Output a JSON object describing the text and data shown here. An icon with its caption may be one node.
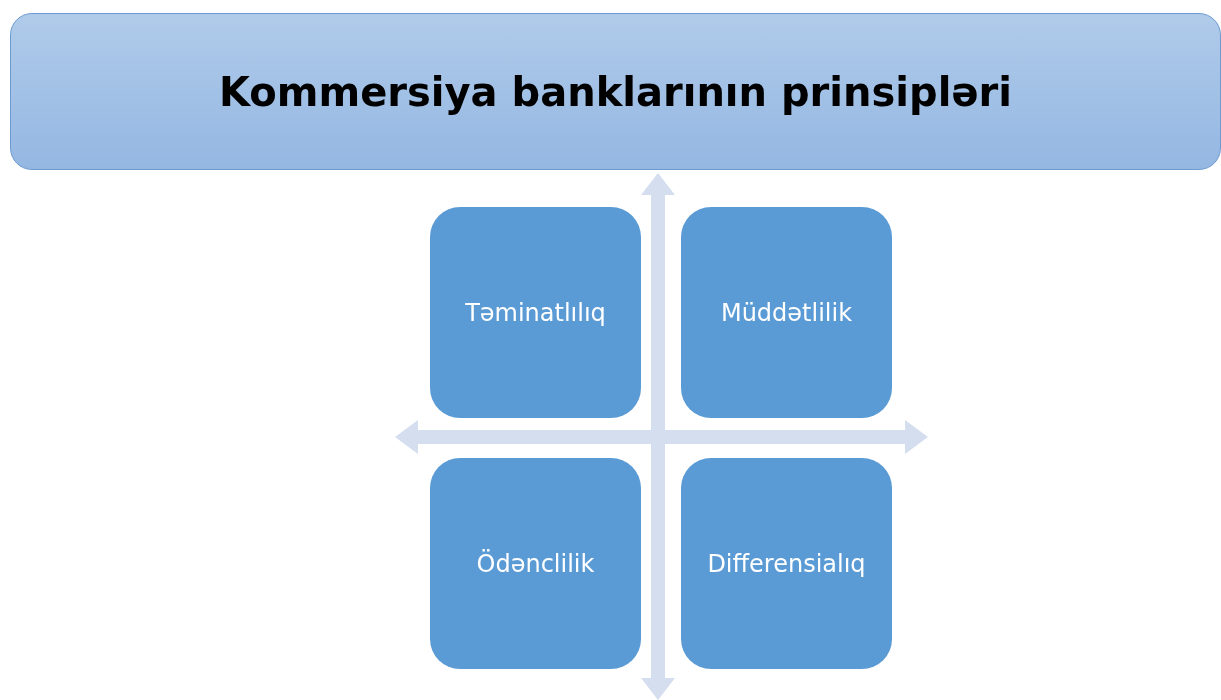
{
  "diagram": {
    "nodes": [
      {
        "text": [
          "Kommersiya banklarının prinsipləri"
        ]
      },
      {
        "text": [
          "Təminatlılıq"
        ]
      },
      {
        "text": [
          "Müddətlilik"
        ]
      },
      {
        "text": [
          "Ödənclilik"
        ]
      },
      {
        "text": [
          "Differensialıq"
        ]
      }
    ]
  }
}
